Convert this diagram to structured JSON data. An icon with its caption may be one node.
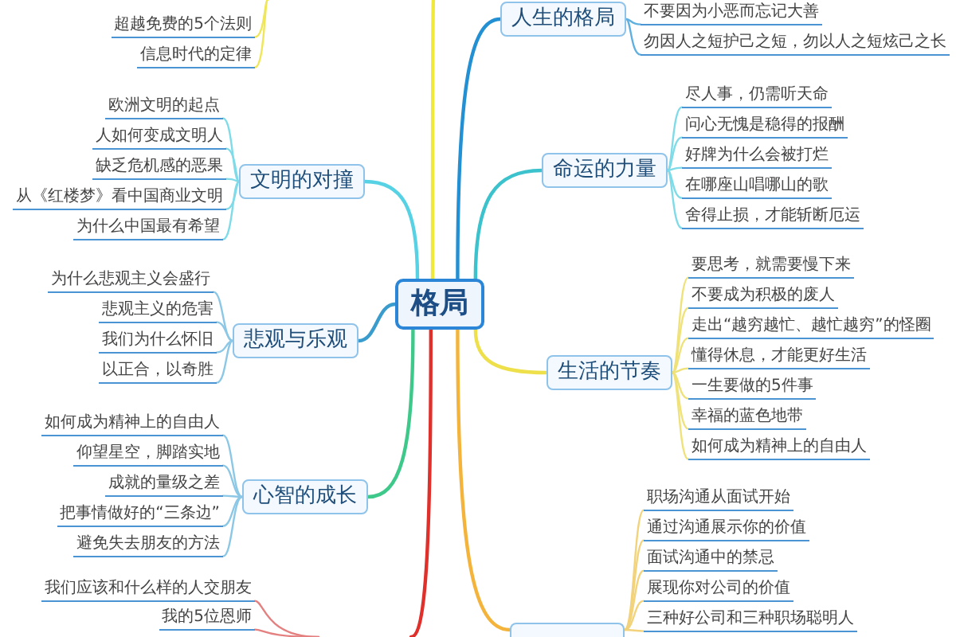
{
  "diagram": {
    "nodes": [
      {
        "text": [
          "格局"
        ]
      },
      {
        "text": [
          "超越免费的5个法则"
        ]
      },
      {
        "text": [
          "信息时代的定律"
        ]
      },
      {
        "text": [
          "人生的格局"
        ]
      },
      {
        "text": [
          "不要因为小恶而忘记大善"
        ]
      },
      {
        "text": [
          "勿因人之短护己之短，勿以人之短炫己之长"
        ]
      },
      {
        "text": [
          "文明的对撞"
        ]
      },
      {
        "text": [
          "欧洲文明的起点"
        ]
      },
      {
        "text": [
          "人如何变成文明人"
        ]
      },
      {
        "text": [
          "缺乏危机感的恶果"
        ]
      },
      {
        "text": [
          "从《红楼梦》看中国商业文明"
        ]
      },
      {
        "text": [
          "为什么中国最有希望"
        ]
      },
      {
        "text": [
          "命运的力量"
        ]
      },
      {
        "text": [
          "尽人事，仍需听天命"
        ]
      },
      {
        "text": [
          "问心无愧是稳得的报酬"
        ]
      },
      {
        "text": [
          "好牌为什么会被打烂"
        ]
      },
      {
        "text": [
          "在哪座山唱哪山的歌"
        ]
      },
      {
        "text": [
          "舍得止损，才能斩断厄运"
        ]
      },
      {
        "text": [
          "悲观与乐观"
        ]
      },
      {
        "text": [
          "为什么悲观主义会盛行"
        ]
      },
      {
        "text": [
          "悲观主义的危害"
        ]
      },
      {
        "text": [
          "我们为什么怀旧"
        ]
      },
      {
        "text": [
          "以正合，以奇胜"
        ]
      },
      {
        "text": [
          "生活的节奏"
        ]
      },
      {
        "text": [
          "要思考，就需要慢下来"
        ]
      },
      {
        "text": [
          "不要成为积极的废人"
        ]
      },
      {
        "text": [
          "走出“越穷越忙、越忙越穷”的怪圈"
        ]
      },
      {
        "text": [
          "懂得休息，才能更好生活"
        ]
      },
      {
        "text": [
          "一生要做的5件事"
        ]
      },
      {
        "text": [
          "幸福的蓝色地带"
        ]
      },
      {
        "text": [
          "如何成为精神上的自由人"
        ]
      },
      {
        "text": [
          "心智的成长"
        ]
      },
      {
        "text": [
          "如何成为精神上的自由人"
        ]
      },
      {
        "text": [
          "仰望星空，脚踏实地"
        ]
      },
      {
        "text": [
          "成就的量级之差"
        ]
      },
      {
        "text": [
          "把事情做好的“三条边”"
        ]
      },
      {
        "text": [
          "避免失去朋友的方法"
        ]
      },
      {
        "text": [],
        "shape": "box"
      },
      {
        "text": [
          "职场沟通从面试开始"
        ]
      },
      {
        "text": [
          "通过沟通展示你的价值"
        ]
      },
      {
        "text": [
          "面试沟通中的禁忌"
        ]
      },
      {
        "text": [
          "展现你对公司的价值"
        ]
      },
      {
        "text": [
          "三种好公司和三种职场聪明人"
        ]
      },
      {
        "text": [
          "我们应该和什么样的人交朋友"
        ]
      },
      {
        "text": [
          "我的5位恩师"
        ]
      }
    ],
    "edges": [
      {
        "from": 0,
        "to": null,
        "arrow": "none",
        "color": "#f0e83a"
      },
      {
        "from": null,
        "to": 1,
        "arrow": "none",
        "color": "#efe65a"
      },
      {
        "from": null,
        "to": 2,
        "arrow": "none",
        "color": "#efe65a"
      },
      {
        "from": 0,
        "to": 3,
        "arrow": "none",
        "color": "#2490d4"
      },
      {
        "from": 3,
        "to": 4,
        "arrow": "none",
        "color": "#5fb0e0"
      },
      {
        "from": 3,
        "to": 5,
        "arrow": "none",
        "color": "#5fb0e0"
      },
      {
        "from": 0,
        "to": 6,
        "arrow": "none",
        "color": "#56d2e4"
      },
      {
        "from": 6,
        "to": 7,
        "arrow": "none",
        "color": "#7fdbe8"
      },
      {
        "from": 6,
        "to": 8,
        "arrow": "none",
        "color": "#7fdbe8"
      },
      {
        "from": 6,
        "to": 9,
        "arrow": "none",
        "color": "#7fdbe8"
      },
      {
        "from": 6,
        "to": 10,
        "arrow": "none",
        "color": "#7fdbe8"
      },
      {
        "from": 6,
        "to": 11,
        "arrow": "none",
        "color": "#7fdbe8"
      },
      {
        "from": 0,
        "to": 12,
        "arrow": "none",
        "color": "#3cc2cc"
      },
      {
        "from": 12,
        "to": 13,
        "arrow": "none",
        "color": "#7fdbe8"
      },
      {
        "from": 12,
        "to": 14,
        "arrow": "none",
        "color": "#7fdbe8"
      },
      {
        "from": 12,
        "to": 15,
        "arrow": "none",
        "color": "#7fdbe8"
      },
      {
        "from": 12,
        "to": 16,
        "arrow": "none",
        "color": "#7fdbe8"
      },
      {
        "from": 12,
        "to": 17,
        "arrow": "none",
        "color": "#7fdbe8"
      },
      {
        "from": 0,
        "to": 18,
        "arrow": "none",
        "color": "#3a9ccc"
      },
      {
        "from": 18,
        "to": 19,
        "arrow": "none",
        "color": "#8cc8e6"
      },
      {
        "from": 18,
        "to": 20,
        "arrow": "none",
        "color": "#8cc8e6"
      },
      {
        "from": 18,
        "to": 21,
        "arrow": "none",
        "color": "#8cc8e6"
      },
      {
        "from": 18,
        "to": 22,
        "arrow": "none",
        "color": "#8cc8e6"
      },
      {
        "from": 0,
        "to": 23,
        "arrow": "none",
        "color": "#eee04a"
      },
      {
        "from": 23,
        "to": 24,
        "arrow": "none",
        "color": "#f0e27a"
      },
      {
        "from": 23,
        "to": 25,
        "arrow": "none",
        "color": "#f0e27a"
      },
      {
        "from": 23,
        "to": 26,
        "arrow": "none",
        "color": "#f0e27a"
      },
      {
        "from": 23,
        "to": 27,
        "arrow": "none",
        "color": "#f0e27a"
      },
      {
        "from": 23,
        "to": 28,
        "arrow": "none",
        "color": "#f0e27a"
      },
      {
        "from": 23,
        "to": 29,
        "arrow": "none",
        "color": "#f0e27a"
      },
      {
        "from": 23,
        "to": 30,
        "arrow": "none",
        "color": "#f0e27a"
      },
      {
        "from": 0,
        "to": 31,
        "arrow": "none",
        "color": "#3ec98a"
      },
      {
        "from": 31,
        "to": 32,
        "arrow": "none",
        "color": "#8cc8e6"
      },
      {
        "from": 31,
        "to": 33,
        "arrow": "none",
        "color": "#8cc8e6"
      },
      {
        "from": 31,
        "to": 34,
        "arrow": "none",
        "color": "#8cc8e6"
      },
      {
        "from": 31,
        "to": 35,
        "arrow": "none",
        "color": "#8cc8e6"
      },
      {
        "from": 31,
        "to": 36,
        "arrow": "none",
        "color": "#8cc8e6"
      },
      {
        "from": 0,
        "to": 37,
        "arrow": "none",
        "color": "#f4b43c"
      },
      {
        "from": 37,
        "to": 38,
        "arrow": "none",
        "color": "#f2d27a"
      },
      {
        "from": 37,
        "to": 39,
        "arrow": "none",
        "color": "#f2d27a"
      },
      {
        "from": 37,
        "to": 40,
        "arrow": "none",
        "color": "#f2d27a"
      },
      {
        "from": 37,
        "to": 41,
        "arrow": "none",
        "color": "#f2d27a"
      },
      {
        "from": 37,
        "to": 42,
        "arrow": "none",
        "color": "#f2d27a"
      },
      {
        "from": 0,
        "to": null,
        "arrow": "none",
        "color": "#e0302c"
      },
      {
        "from": null,
        "to": 43,
        "arrow": "none",
        "color": "#e48080"
      },
      {
        "from": null,
        "to": 44,
        "arrow": "none",
        "color": "#e48080"
      }
    ]
  }
}
